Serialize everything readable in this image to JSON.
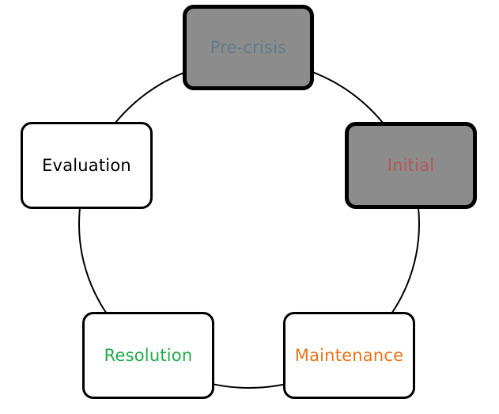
{
  "diagram": {
    "stages": [
      {
        "id": "precrisis",
        "label": "Pre-crisis",
        "text_color": "#607c8a",
        "fill": "#8c8c8c",
        "highlighted": true
      },
      {
        "id": "initial",
        "label": "Initial",
        "text_color": "#b05a5a",
        "fill": "#8c8c8c",
        "highlighted": true
      },
      {
        "id": "maintenance",
        "label": "Maintenance",
        "text_color": "#e8731a",
        "fill": "#ffffff",
        "highlighted": false
      },
      {
        "id": "resolution",
        "label": "Resolution",
        "text_color": "#1faa4a",
        "fill": "#ffffff",
        "highlighted": false
      },
      {
        "id": "evaluation",
        "label": "Evaluation",
        "text_color": "#000000",
        "fill": "#ffffff",
        "highlighted": false
      }
    ],
    "ring_color": "#000000",
    "border_color": "#000000"
  }
}
